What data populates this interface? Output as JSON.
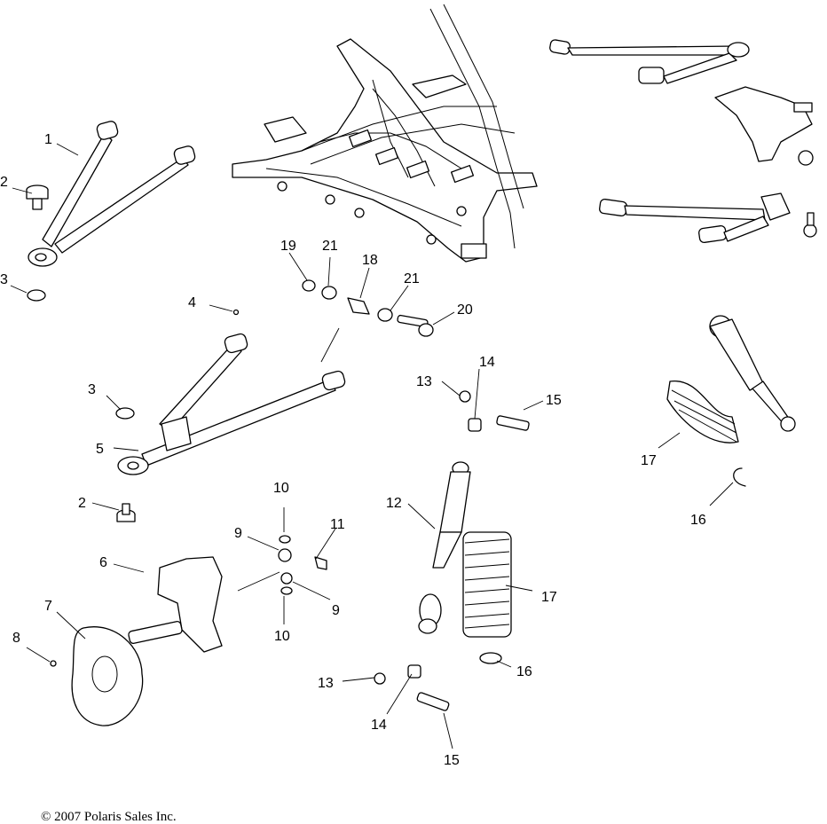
{
  "callouts": {
    "c1": "1",
    "c2a": "2",
    "c2b": "2",
    "c3a": "3",
    "c3b": "3",
    "c4": "4",
    "c5": "5",
    "c6": "6",
    "c7": "7",
    "c8": "8",
    "c9a": "9",
    "c9b": "9",
    "c10a": "10",
    "c10b": "10",
    "c11": "11",
    "c12": "12",
    "c13a": "13",
    "c13b": "13",
    "c14a": "14",
    "c14b": "14",
    "c15a": "15",
    "c15b": "15",
    "c16a": "16",
    "c16b": "16",
    "c17a": "17",
    "c17b": "17",
    "c18": "18",
    "c19": "19",
    "c20": "20",
    "c21a": "21",
    "c21b": "21"
  },
  "copyright": "© 2007 Polaris Sales Inc."
}
